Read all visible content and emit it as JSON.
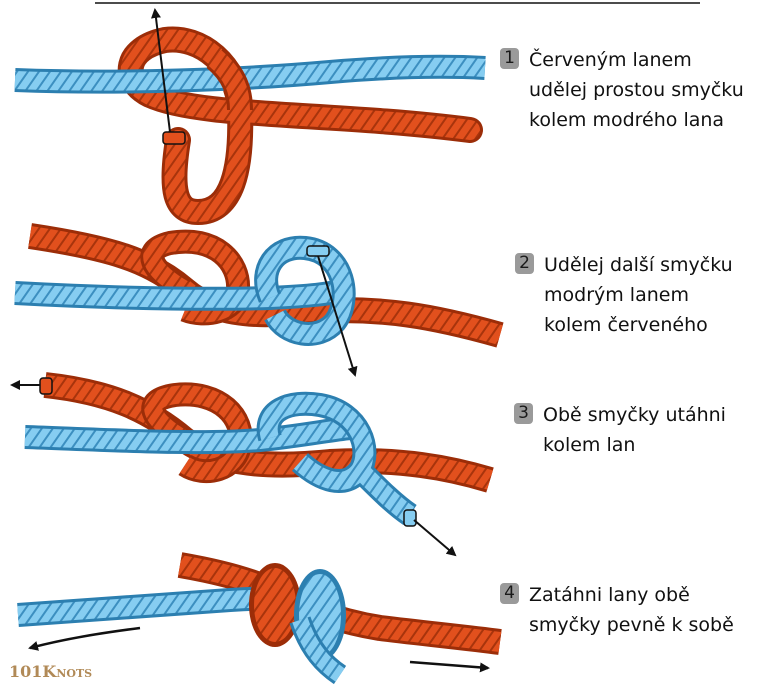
{
  "colors": {
    "red_rope": "#e2501d",
    "red_rope_dark": "#9c2d08",
    "blue_rope": "#7cc7ee",
    "blue_rope_dark": "#2c7fb0",
    "badge": "#9a9a9a",
    "brand": "#b18a57"
  },
  "steps": [
    {
      "number": "1",
      "text": "Červeným lanem\nudělej prostou smyčku\nkolem modrého lana"
    },
    {
      "number": "2",
      "text": "Udělej další smyčku\nmodrým lanem\nkolem červeného"
    },
    {
      "number": "3",
      "text": "Obě smyčky utáhni\nkolem lan"
    },
    {
      "number": "4",
      "text": "Zatáhni lany obě\nsmyčky pevně k sobě"
    }
  ],
  "brand": {
    "prefix": "101",
    "big": "K",
    "rest": "NOTS"
  }
}
